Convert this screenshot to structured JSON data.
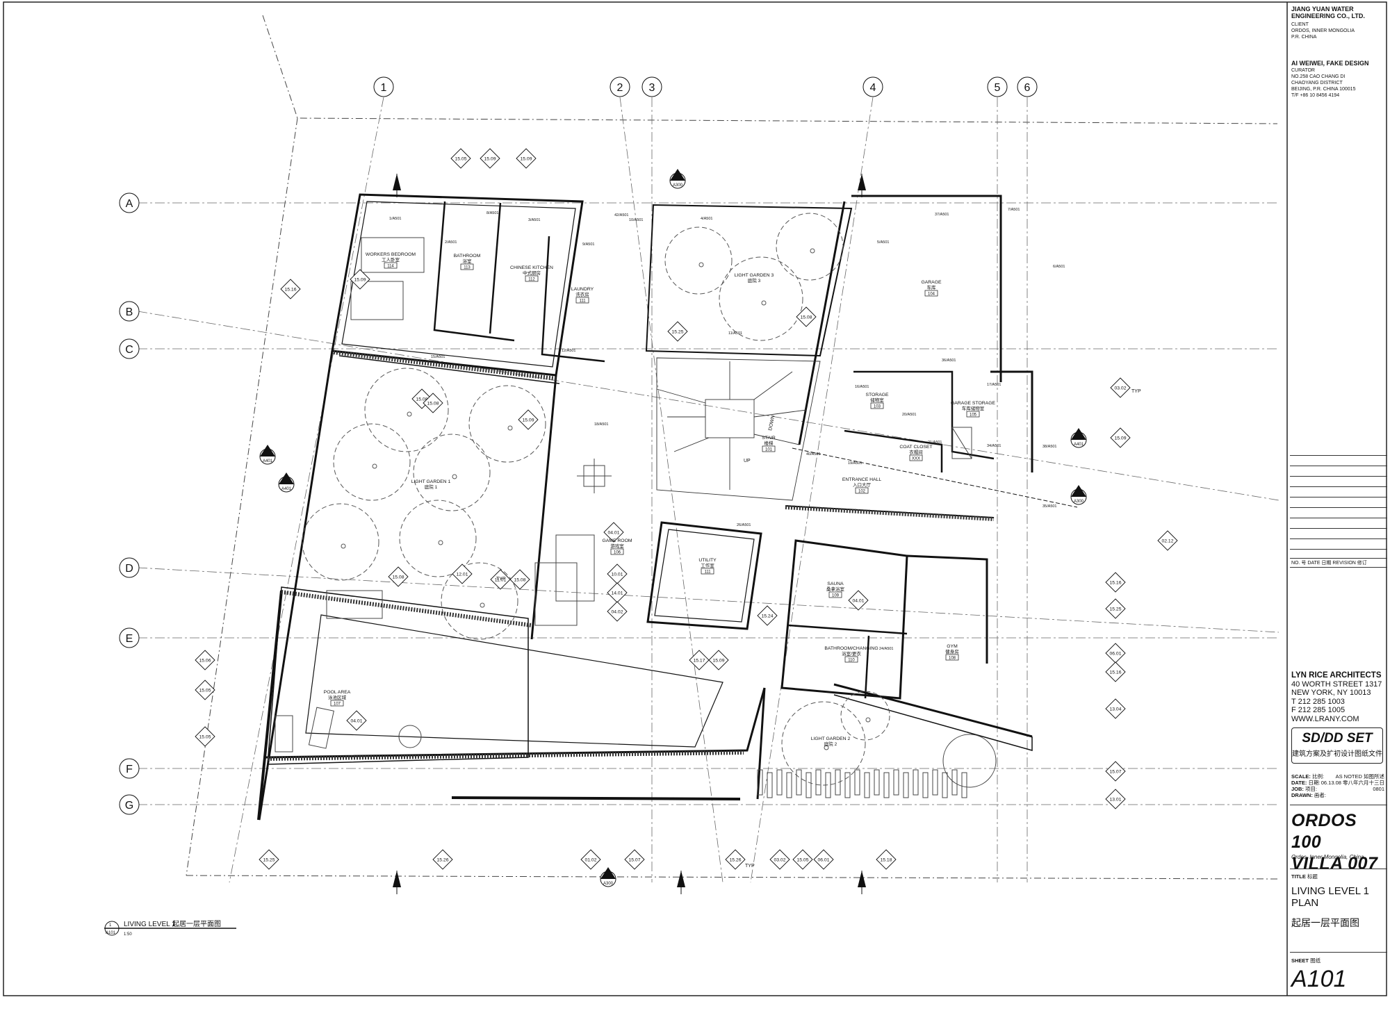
{
  "drawing": {
    "grid_columns": [
      "1",
      "2",
      "3",
      "4",
      "5",
      "6"
    ],
    "grid_rows": [
      "A",
      "B",
      "C",
      "D",
      "E",
      "F",
      "G"
    ],
    "rooms": [
      {
        "name": "WORKERS BEDROOM",
        "cn": "工人卧室",
        "no": "114"
      },
      {
        "name": "BATHROOM",
        "cn": "浴室",
        "no": "113"
      },
      {
        "name": "CHINESE KITCHEN",
        "cn": "中式厨房",
        "no": "112"
      },
      {
        "name": "LAUNDRY",
        "cn": "洗衣房",
        "no": "111"
      },
      {
        "name": "LIGHT GARDEN 3",
        "cn": "庭院 3",
        "no": ""
      },
      {
        "name": "GARAGE",
        "cn": "车库",
        "no": "104"
      },
      {
        "name": "LIGHT GARDEN 1",
        "cn": "庭院 1",
        "no": ""
      },
      {
        "name": "STORAGE",
        "cn": "储物室",
        "no": "103"
      },
      {
        "name": "GARAGE STORAGE",
        "cn": "车库储物室",
        "no": "105"
      },
      {
        "name": "COAT CLOSET",
        "cn": "衣帽间",
        "no": "XXX"
      },
      {
        "name": "STAIR",
        "cn": "楼梯",
        "no": "101"
      },
      {
        "name": "ENTRANCE HALL",
        "cn": "入口大厅",
        "no": "102"
      },
      {
        "name": "GAME ROOM",
        "cn": "游戏室",
        "no": "106"
      },
      {
        "name": "UTILITY",
        "cn": "工作室",
        "no": "111"
      },
      {
        "name": "SAUNA",
        "cn": "桑拿浴室",
        "no": "109"
      },
      {
        "name": "BATHROOM/CHANGING",
        "cn": "浴室/更衣",
        "no": "110"
      },
      {
        "name": "GYM",
        "cn": "健身房",
        "no": "108"
      },
      {
        "name": "POOL AREA",
        "cn": "泳池区域",
        "no": "107"
      },
      {
        "name": "LIGHT GARDEN 2",
        "cn": "庭院 2",
        "no": ""
      }
    ],
    "tags": [
      "15.05",
      "15.09",
      "15.09",
      "15.16",
      "15.08",
      "15.08",
      "15.09",
      "15.08",
      "15.08",
      "12.01",
      "11.01",
      "10.01",
      "14.01",
      "04.02",
      "15.24",
      "15.17",
      "15.09",
      "15.06",
      "15.05",
      "15.05",
      "15.25",
      "15.16",
      "15.08",
      "03.02",
      "15.09",
      "02.12",
      "15.25",
      "06.01",
      "15.16",
      "13.04",
      "15.07",
      "13.01",
      "15.25",
      "15.26",
      "01.02",
      "15.07",
      "15.26",
      "03.02",
      "15.05",
      "06.01",
      "15.18",
      "15.09",
      "04.01",
      "04.01",
      "04.01"
    ],
    "section_marks": [
      "A300",
      "A401",
      "A300",
      "A401",
      "A401",
      "A300"
    ],
    "callouts": [
      "1/A501",
      "2/A501",
      "3/A501",
      "4/A501",
      "5/A501",
      "6/A501",
      "7/A501",
      "8/A501",
      "9/A501",
      "10/A501",
      "11/A501",
      "12/A501",
      "15/A501",
      "16/A501",
      "17/A501",
      "18/A501",
      "19/A501",
      "20/A501",
      "21/A501",
      "24/A501",
      "26/A501",
      "34/A501",
      "35/A501",
      "36/A501",
      "37/A501",
      "38/A501",
      "40/A501",
      "42/A501"
    ],
    "misc_labels": [
      "TYP",
      "UP",
      "DOWN"
    ],
    "plan_title": "LIVING LEVEL 1",
    "plan_title_cn": "起居一层平面图",
    "plan_ref": "A101",
    "plan_scale": "1:50"
  },
  "titleblock": {
    "client_firm": "JIANG YUAN WATER ENGINEERING CO., LTD.",
    "client_label": "CLIENT",
    "client_addr": [
      "ORDOS, INNER MONGOLIA",
      "P.R. CHINA"
    ],
    "curator_firm": "AI WEIWEI, FAKE DESIGN",
    "curator_label": "CURATOR",
    "curator_addr": [
      "NO.258 CAO CHANG DI",
      "CHAOYANG DISTRICT",
      "BEIJING, P.R. CHINA 100015",
      "T/F +86 10 8456 4194"
    ],
    "revision_header": "NO. 号  DATE 日期    REVISION 修订",
    "architect": "LYN RICE ARCHITECTS",
    "architect_addr": [
      "40 WORTH STREET 1317",
      "NEW YORK, NY 10013",
      "T 212 285 1003",
      "F 212 285 1005",
      "WWW.LRANY.COM"
    ],
    "set_name": "SD/DD SET",
    "set_name_cn": "建筑方案及扩初设计图纸文件",
    "scale_label": "SCALE:",
    "scale_cn": "比例:",
    "scale_value": "AS NOTED  如图所述",
    "date_label": "DATE:",
    "date_cn": "日期:",
    "date_value": "06.13.08  零八年六月十三日",
    "job_label": "JOB:",
    "job_cn": "项目:",
    "job_value": "0801",
    "drawn_label": "DRAWN:",
    "drawn_cn": "画者:",
    "project_line1": "ORDOS 100",
    "project_line2": "VILLA 007",
    "location": "Ordos, Inner Mongolia, China",
    "title_label": "TITLE",
    "title_label_cn": "标题",
    "title_line1": "LIVING LEVEL 1",
    "title_line2": "PLAN",
    "title_cn": "起居一层平面图",
    "sheet_label": "SHEET",
    "sheet_label_cn": "图纸",
    "sheet_number": "A101"
  }
}
